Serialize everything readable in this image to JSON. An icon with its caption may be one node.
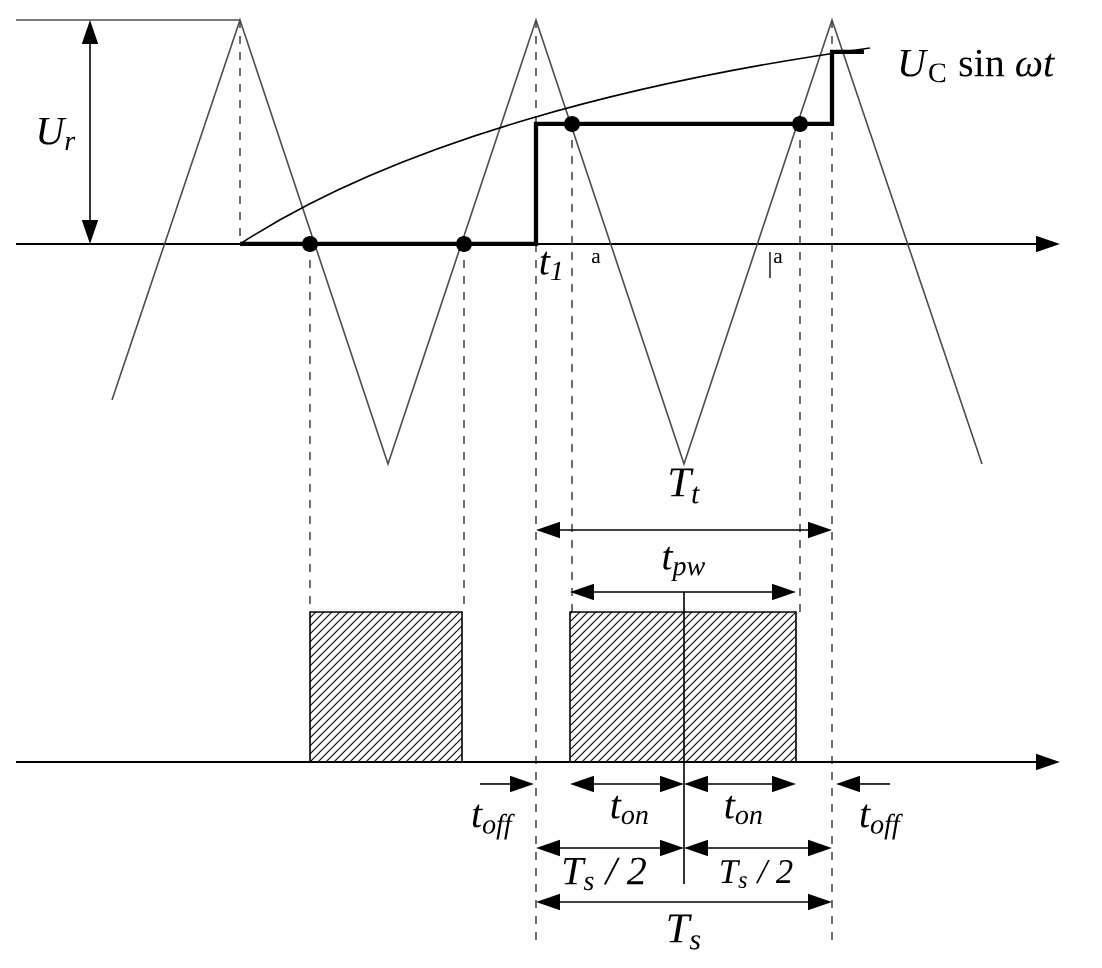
{
  "diagram": {
    "labels": [
      "U$_{r}$",
      "*U*$_{C}$ sin *ωt*",
      "t$_{1}$",
      "a",
      "a",
      "T$_{t}$",
      "t$_{pw}$",
      "t$_{off}$",
      "t$_{on}$",
      "t$_{on}$",
      "t$_{off}$",
      "T$_{s}$ / 2",
      "T$_{s}$ / 2",
      "T$_{s}$"
    ]
  }
}
